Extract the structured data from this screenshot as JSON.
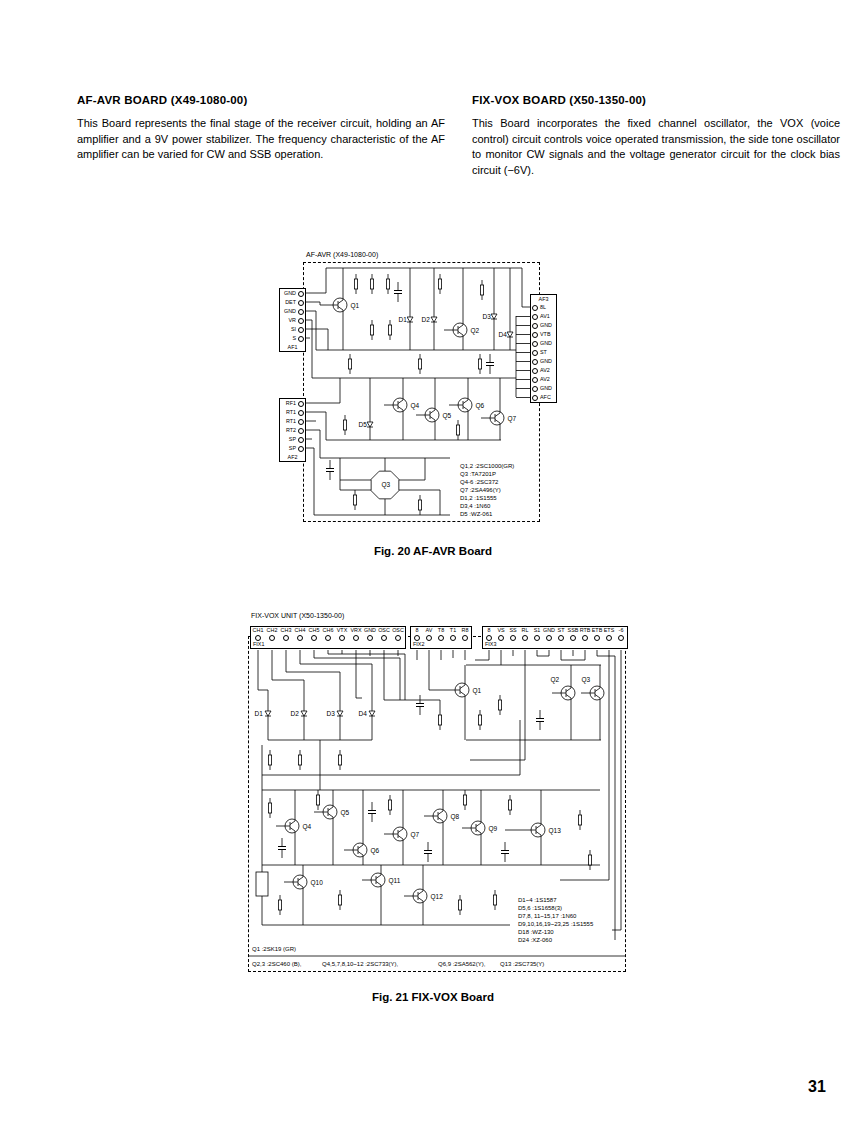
{
  "diagram": {
    "nodes": [
      {
        "text": [
          "AF-AVR (X49-1080-00)"
        ]
      },
      {
        "text": [
          "GND",
          "DET",
          "GND",
          "VR",
          "SI",
          "S",
          "AF1"
        ],
        "in": 0
      },
      {
        "text": [
          "RF1",
          "RT1",
          "RT1",
          "RT2",
          "SP",
          "SP",
          "AF2"
        ],
        "in": 0
      },
      {
        "text": [
          "AF3",
          "8L",
          "AV1",
          "GND",
          "VTB",
          "GND",
          "ST",
          "GND",
          "AV2",
          "AV2",
          "GND",
          "AFC"
        ],
        "in": 0
      },
      {
        "text": [
          "FIX-VOX UNIT (X50-1350-00)"
        ]
      },
      {
        "text": [
          "FIX1",
          "CH1",
          "CH2",
          "CH3",
          "CH4",
          "CH5",
          "CH6",
          "VTX",
          "VRX",
          "GND",
          "OSC",
          "OSC"
        ],
        "in": 4
      },
      {
        "text": [
          "FIX2",
          "8",
          "AV",
          "T8",
          "T1",
          "R8"
        ],
        "in": 4
      },
      {
        "text": [
          "FIX3",
          "8",
          "VS",
          "SS",
          "RL",
          "S1",
          "GND",
          "ST",
          "SSB",
          "RTB",
          "ETB",
          "ETS",
          "-6"
        ],
        "in": 4
      }
    ],
    "labels": [
      "AF-AVR BOARD (X49-1080-00)",
      "This Board represents the final stage of the receiver circuit, holding an AF amplifier and a 9V power stabilizer. The frequency characteristic of the AF amplifier can be varied for CW and SSB operation.",
      "FIX-VOX BOARD (X50-1350-00)",
      "This Board incorporates the fixed channel oscillator, the VOX (voice control) circuit controls voice operated transmission, the side tone oscillator to monitor CW signals and the voltage generator circuit for the clock bias circuit (−6V).",
      "Q1,2 :2SC1000(GR)",
      "Q3 :TA7201P",
      "Q4-6 :2SC372",
      "Q7 :2SA496(Y)",
      "D1,2 :1S1555",
      "D3,4 :1N60",
      "D5 :WZ-061",
      "Q1",
      "Q2",
      "Q3",
      "Q4",
      "Q5",
      "Q6",
      "Q7",
      "D1",
      "D2",
      "D3",
      "D4",
      "D5",
      "Fig. 20 AF-AVR Board",
      "D1~4 :1S1587",
      "D5,6 :1S1658(3)",
      "D7,8, 11~15,17 :1N60",
      "D9,10,16,19~23,25 :1S1555",
      "D18 :WZ-130",
      "D24 :XZ-060",
      "Q1 :2SK19 (GR)",
      "Q2,3 :2SC460 (B),",
      "Q4,5,7,8,10~12 :2SC733(Y),",
      "Q6,9 :2SA562(Y),",
      "Q13 :2SC735(Y)",
      "Q1",
      "Q2",
      "Q3",
      "Q4",
      "Q5",
      "Q6",
      "Q7",
      "Q8",
      "Q9",
      "Q10",
      "Q11",
      "Q12",
      "Q13",
      "D1",
      "D2",
      "D3",
      "D4",
      "Fig. 21 FIX-VOX Board",
      "31"
    ]
  }
}
